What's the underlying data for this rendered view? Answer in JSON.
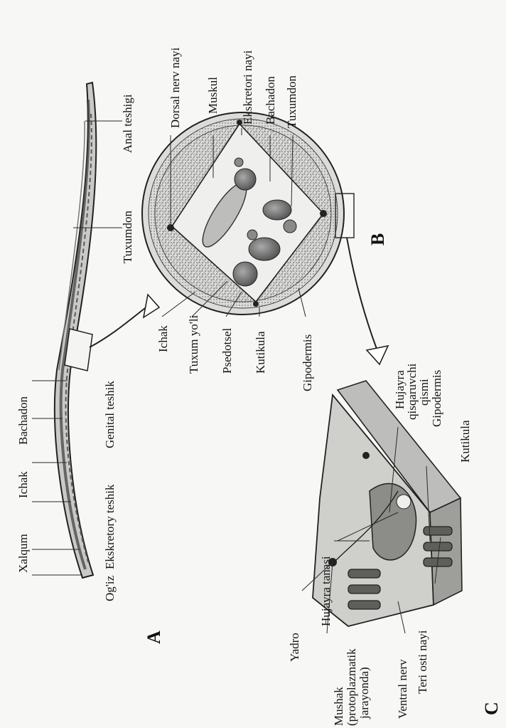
{
  "figure": {
    "panel_letters": {
      "a": "A",
      "b": "B",
      "c": "C"
    },
    "panel_a": {
      "labels": {
        "xalqum": "Xalqum",
        "ichak": "Ichak",
        "bachadon": "Bachadon",
        "ogiz": "Og'iz",
        "ekskretor_teshik": "Ekskretory teshik",
        "genital_teshik": "Genital teshik",
        "tuxumdon": "Tuxumdon",
        "anal_teshigi": "Anal teshigi"
      }
    },
    "panel_b": {
      "labels": {
        "dorsal_nerv": "Dorsal nerv nayi",
        "muskul": "Muskul",
        "ekskretor_nayi": "Ekskretori nayi",
        "bachadon": "Bachadon",
        "tuxumdon": "Tuxumdon",
        "ichak": "Ichak",
        "tuxum_yoli": "Tuxum yo'li",
        "psedotsel": "Psedotsel",
        "kutikula": "Kutikula",
        "gipodermis": "Gipodermis"
      }
    },
    "panel_c": {
      "labels": {
        "hujayra_qisqaruvchi_1": "Hujayra",
        "hujayra_qisqaruvchi_2": "qisqaruvchi",
        "hujayra_qisqaruvchi_3": "qismi",
        "gipodermis": "Gipodermis",
        "kutikula": "Kutikula",
        "hujayra_tanasi": "Hujayra tanasi",
        "teri_osti_nayi": "Teri osti nayi",
        "yadro": "Yadro",
        "mushak_1": "Mushak",
        "mushak_2": "(protoplazmatik",
        "mushak_3": "jarayonda)",
        "ventral_nerv": "Ventral nerv"
      }
    }
  }
}
